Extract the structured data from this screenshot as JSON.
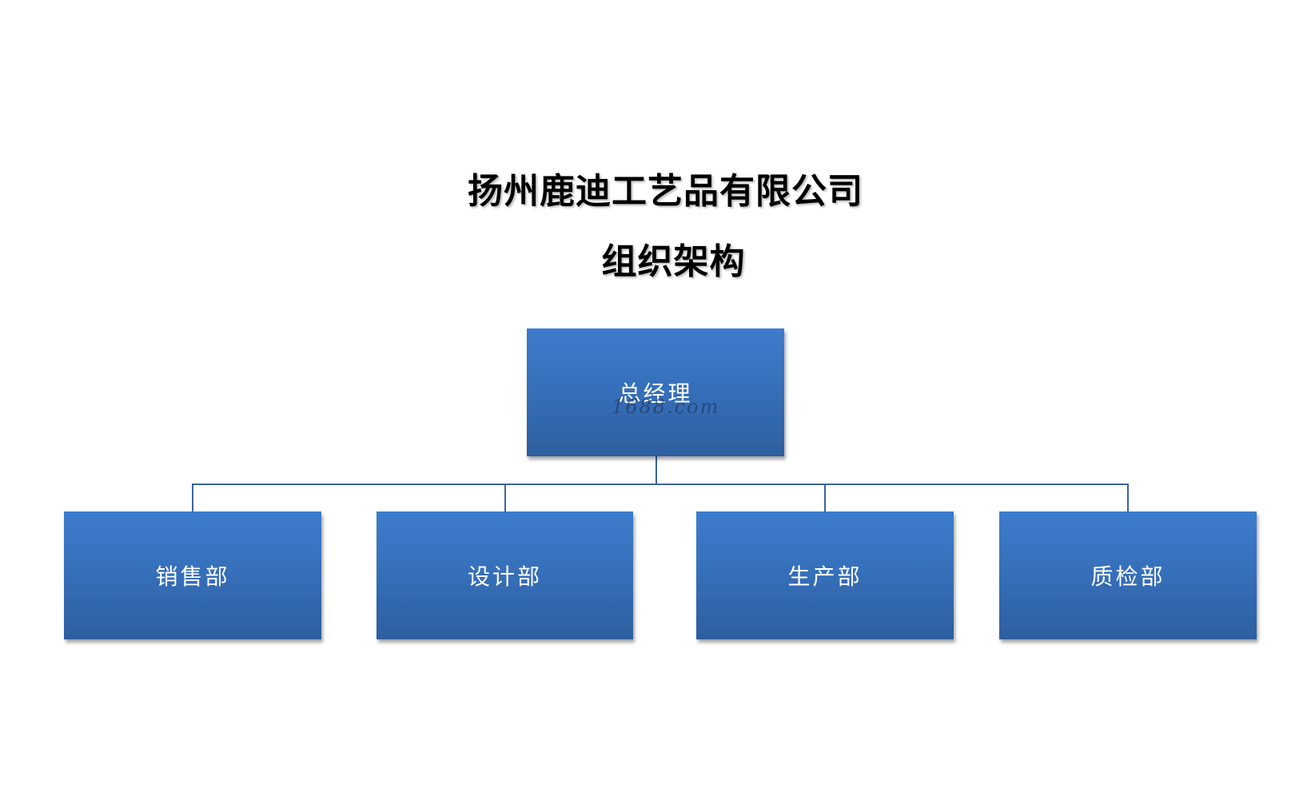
{
  "title": {
    "line1": "扬州鹿迪工艺品有限公司",
    "line2": "组织架构"
  },
  "org_chart": {
    "root": {
      "label": "总经理",
      "watermark": "1688.com"
    },
    "children": [
      {
        "label": "销售部"
      },
      {
        "label": "设计部"
      },
      {
        "label": "生产部"
      },
      {
        "label": "质检部"
      }
    ]
  },
  "colors": {
    "node_top": "#3d7ccc",
    "node_bottom": "#2e5e9f",
    "connector": "#3b64a0",
    "label": "#ffffff"
  }
}
